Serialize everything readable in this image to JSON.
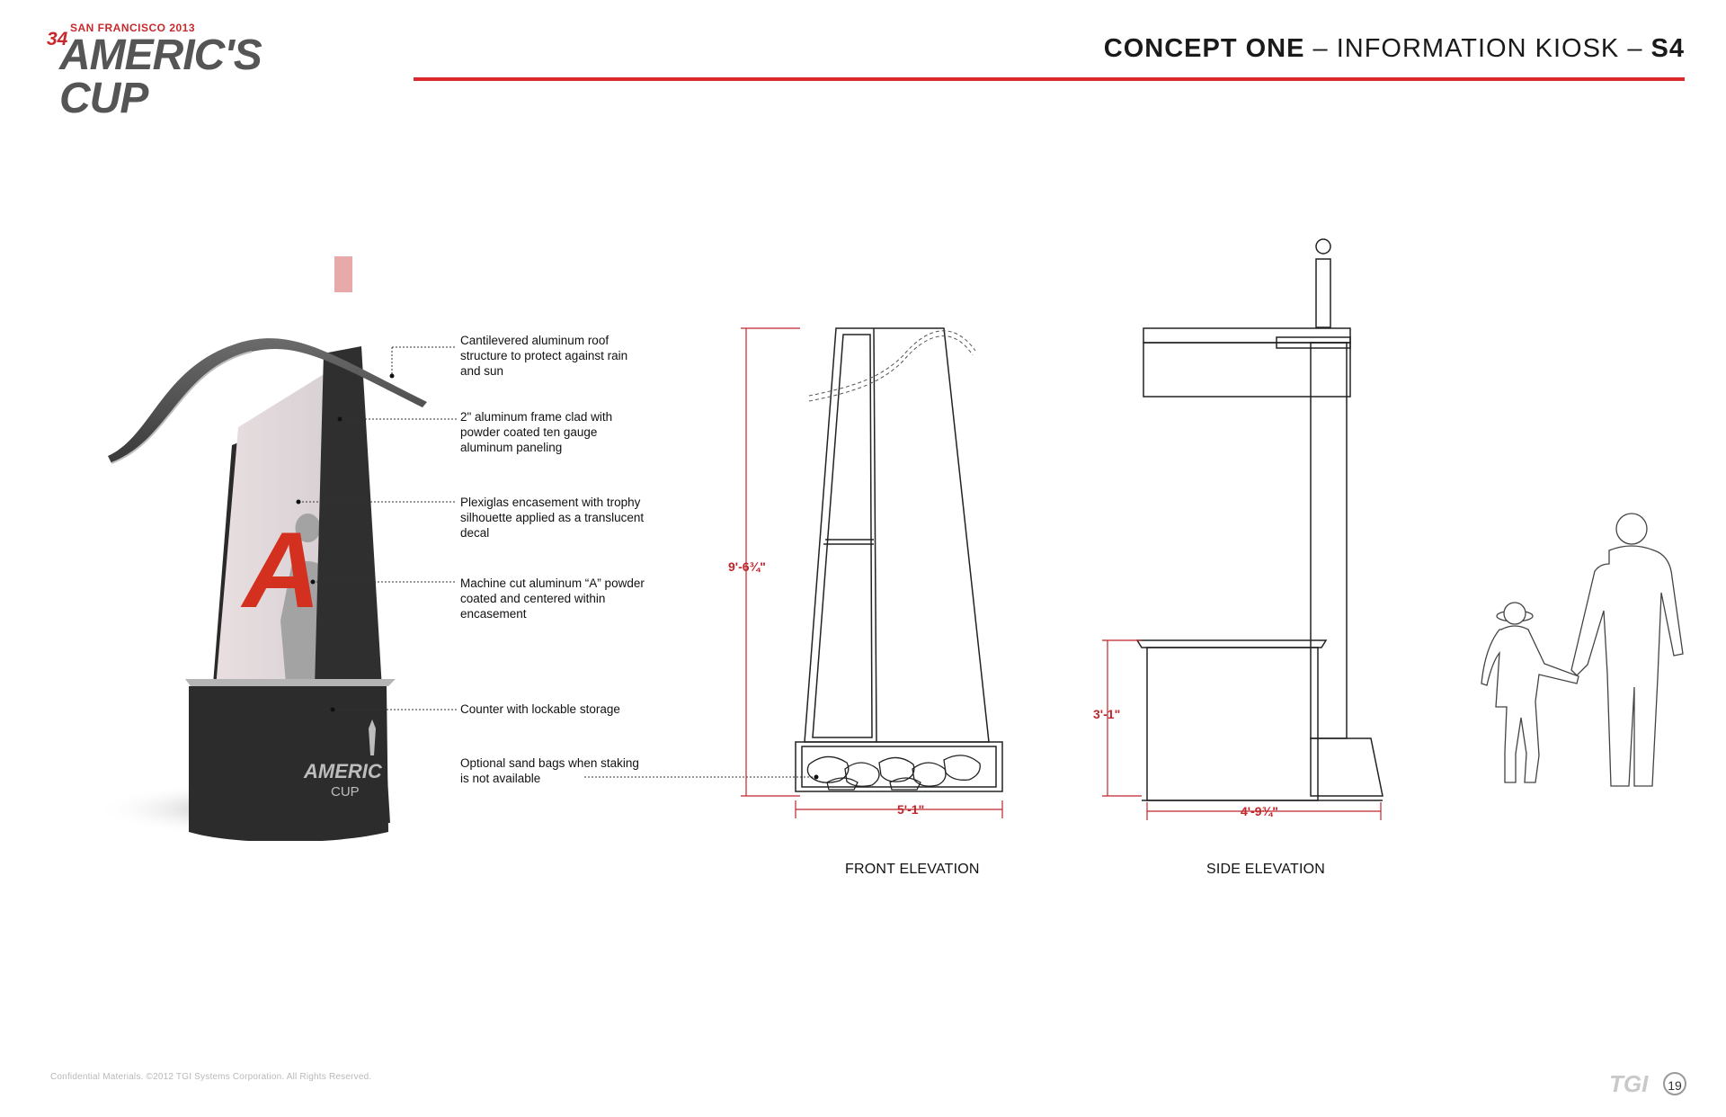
{
  "header": {
    "logo_top": "SAN FRANCISCO 2013",
    "logo_number": "34",
    "logo_main": "AMERIC'S CUP",
    "title_bold": "CONCEPT ONE",
    "title_sep1": " – ",
    "title_main": "INFORMATION KIOSK",
    "title_sep2": " – ",
    "title_code": "S4"
  },
  "rendering": {
    "decal_letter": "A",
    "base_logo_line1": "AMERIC",
    "base_logo_line2": "CUP"
  },
  "callouts": [
    {
      "text": "Cantilevered aluminum roof structure to protect against rain and sun"
    },
    {
      "text": "2\" aluminum frame clad with powder coated ten gauge aluminum paneling"
    },
    {
      "text": "Plexiglas encasement with trophy silhouette applied as a translucent decal"
    },
    {
      "text": "Machine cut aluminum “A” powder coated and centered within encasement"
    },
    {
      "text": "Counter with lockable storage"
    },
    {
      "text": "Optional sand bags when staking is not available"
    }
  ],
  "front_elevation": {
    "label": "FRONT ELEVATION",
    "height_dim": "9'-6¾\"",
    "width_dim": "5'-1\""
  },
  "side_elevation": {
    "label": "SIDE ELEVATION",
    "counter_height_dim": "3'-1\"",
    "depth_dim": "4'-9¾\""
  },
  "footer": {
    "confidential": "Confidential Materials. ©2012 TGI Systems Corporation.  All Rights Reserved.",
    "brand": "TGI",
    "page_number": "19"
  },
  "colors": {
    "accent_red": "#d92b2b",
    "dimension_red": "#c0262c",
    "kiosk_dark": "#2a2a2a"
  }
}
